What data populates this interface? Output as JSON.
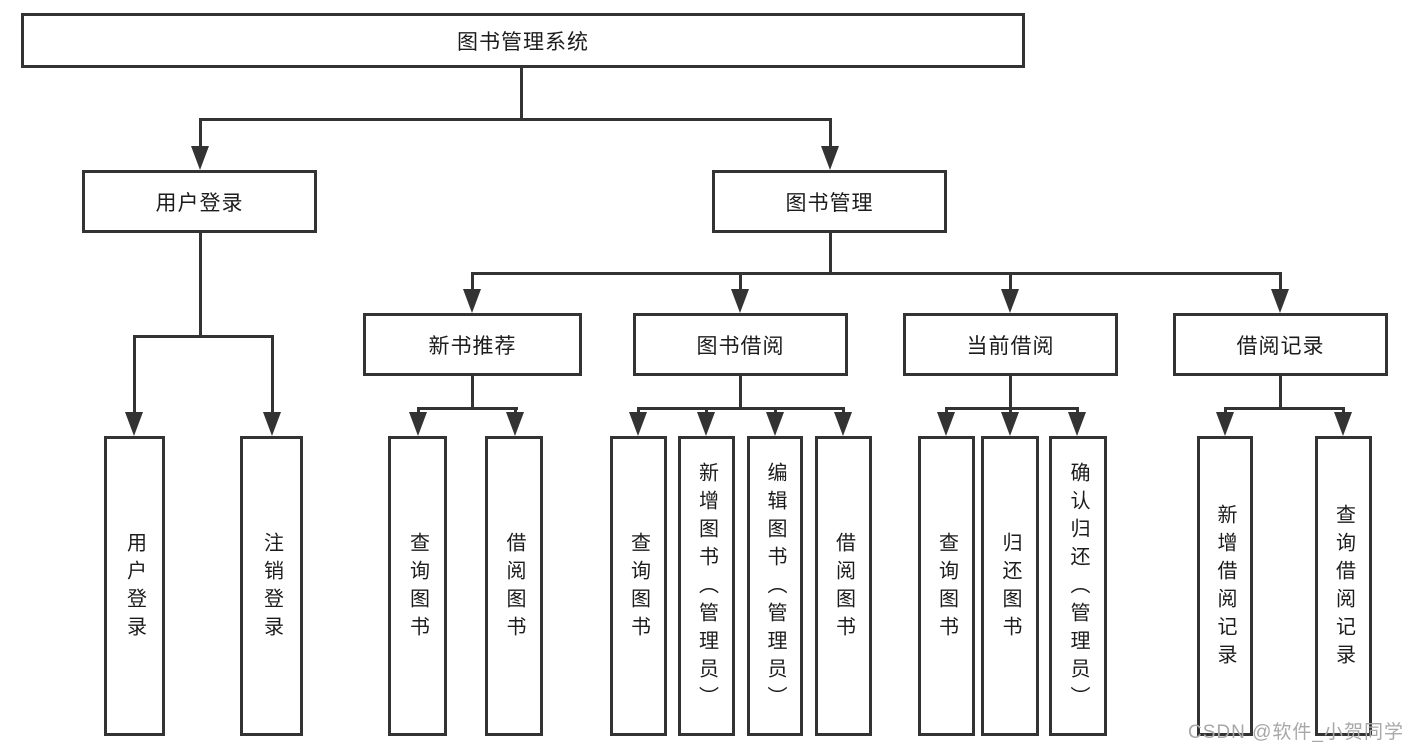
{
  "diagram": {
    "root": {
      "label": "图书管理系统"
    },
    "user_login": {
      "label": "用户登录",
      "children": [
        {
          "label": "用户登录"
        },
        {
          "label": "注销登录"
        }
      ]
    },
    "book_management": {
      "label": "图书管理",
      "sections": {
        "new_books": {
          "label": "新书推荐",
          "children": [
            {
              "label": "查询图书"
            },
            {
              "label": "借阅图书"
            }
          ]
        },
        "borrowing": {
          "label": "图书借阅",
          "children": [
            {
              "label": "查询图书"
            },
            {
              "label": "新增图书（管理员）"
            },
            {
              "label": "编辑图书（管理员）"
            },
            {
              "label": "借阅图书"
            }
          ]
        },
        "current": {
          "label": "当前借阅",
          "children": [
            {
              "label": "查询图书"
            },
            {
              "label": "归还图书"
            },
            {
              "label": "确认归还（管理员）"
            }
          ]
        },
        "records": {
          "label": "借阅记录",
          "children": [
            {
              "label": "新增借阅记录"
            },
            {
              "label": "查询借阅记录"
            }
          ]
        }
      }
    }
  },
  "watermark": {
    "text": "CSDN @软件_小贺同学"
  },
  "colors": {
    "line": "#333333",
    "box_border": "#333333",
    "box_fill": "#ffffff",
    "text": "#1c1c1c",
    "background": "#ffffff",
    "watermark": "#a8a8a8"
  }
}
